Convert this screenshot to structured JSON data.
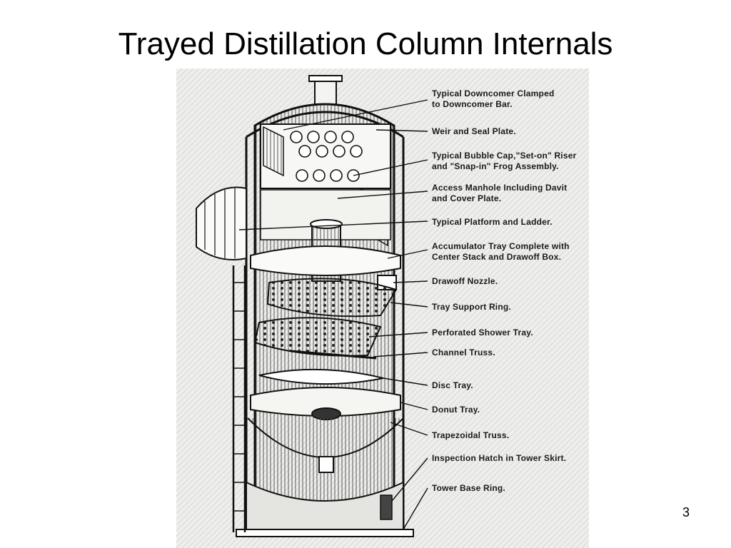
{
  "slide": {
    "title": "Trayed Distillation Column Internals",
    "page_number": "3"
  },
  "diagram": {
    "callouts": [
      "Typical  Downcomer  Clamped\nto  Downcomer  Bar.",
      "Weir  and  Seal  Plate.",
      "Typical  Bubble  Cap,\"Set-on\" Riser\nand  \"Snap-in\"  Frog  Assembly.",
      "Access  Manhole  Including  Davit\nand  Cover  Plate.",
      "Typical  Platform  and  Ladder.",
      "Accumulator  Tray  Complete  with\nCenter  Stack  and  Drawoff  Box.",
      "Drawoff  Nozzle.",
      "Tray  Support  Ring.",
      "Perforated  Shower  Tray.",
      "Channel  Truss.",
      "Disc  Tray.",
      "Donut  Tray.",
      "Trapezoidal  Truss.",
      "Inspection  Hatch  in  Tower  Skirt.",
      "Tower  Base  Ring."
    ]
  }
}
